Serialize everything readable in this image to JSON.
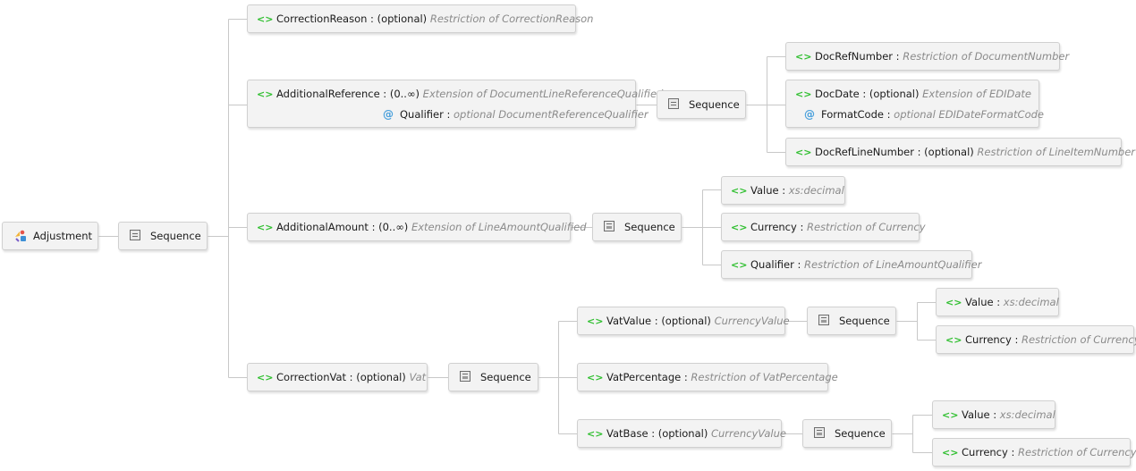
{
  "root": {
    "label": "Adjustment",
    "icon": "complex-type-icon"
  },
  "seq_label": "Sequence",
  "connector_color": "#c8c8c8",
  "colors": {
    "element_tag": "#2fbf2f",
    "attribute_tag": "#4aa0dc",
    "type_text": "#8a8a8a"
  },
  "nodes": {
    "correctionReason": {
      "tag": "<>",
      "name": "CorrectionReason",
      "sep": " : ",
      "occ": "(optional)",
      "type": "Restriction of CorrectionReason"
    },
    "additionalReference": {
      "tag": "<>",
      "name": "AdditionalReference",
      "sep": " : ",
      "occ": "(0..∞)",
      "type": "Extension of DocumentLineReferenceQualified",
      "attr": {
        "tag": "@",
        "name": "Qualifier",
        "sep": " : ",
        "occ": "optional",
        "type": "DocumentReferenceQualifier"
      }
    },
    "docRefNumber": {
      "tag": "<>",
      "name": "DocRefNumber",
      "sep": " : ",
      "type": "Restriction of DocumentNumber"
    },
    "docDate": {
      "tag": "<>",
      "name": "DocDate",
      "sep": " : ",
      "occ": "(optional)",
      "type": "Extension of EDIDate",
      "attr": {
        "tag": "@",
        "name": "FormatCode",
        "sep": " : ",
        "occ": "optional",
        "type": "EDIDateFormatCode"
      }
    },
    "docRefLineNumber": {
      "tag": "<>",
      "name": "DocRefLineNumber",
      "sep": " : ",
      "occ": "(optional)",
      "type": "Restriction of LineItemNumber"
    },
    "additionalAmount": {
      "tag": "<>",
      "name": "AdditionalAmount",
      "sep": " : ",
      "occ": "(0..∞)",
      "type": "Extension of LineAmountQualified"
    },
    "amtValue": {
      "tag": "<>",
      "name": "Value",
      "sep": " : ",
      "type": "xs:decimal"
    },
    "amtCurrency": {
      "tag": "<>",
      "name": "Currency",
      "sep": " : ",
      "type": "Restriction of Currency"
    },
    "amtQualifier": {
      "tag": "<>",
      "name": "Qualifier",
      "sep": " : ",
      "type": "Restriction of LineAmountQualifier"
    },
    "correctionVat": {
      "tag": "<>",
      "name": "CorrectionVat",
      "sep": " : ",
      "occ": "(optional)",
      "type": "Vat"
    },
    "vatValue": {
      "tag": "<>",
      "name": "VatValue",
      "sep": " : ",
      "occ": "(optional)",
      "type": "CurrencyValue"
    },
    "vvValue": {
      "tag": "<>",
      "name": "Value",
      "sep": " : ",
      "type": "xs:decimal"
    },
    "vvCurrency": {
      "tag": "<>",
      "name": "Currency",
      "sep": " : ",
      "type": "Restriction of Currency"
    },
    "vatPercentage": {
      "tag": "<>",
      "name": "VatPercentage",
      "sep": " : ",
      "type": "Restriction of VatPercentage"
    },
    "vatBase": {
      "tag": "<>",
      "name": "VatBase",
      "sep": " : ",
      "occ": "(optional)",
      "type": "CurrencyValue"
    },
    "vbValue": {
      "tag": "<>",
      "name": "Value",
      "sep": " : ",
      "type": "xs:decimal"
    },
    "vbCurrency": {
      "tag": "<>",
      "name": "Currency",
      "sep": " : ",
      "type": "Restriction of Currency"
    }
  }
}
